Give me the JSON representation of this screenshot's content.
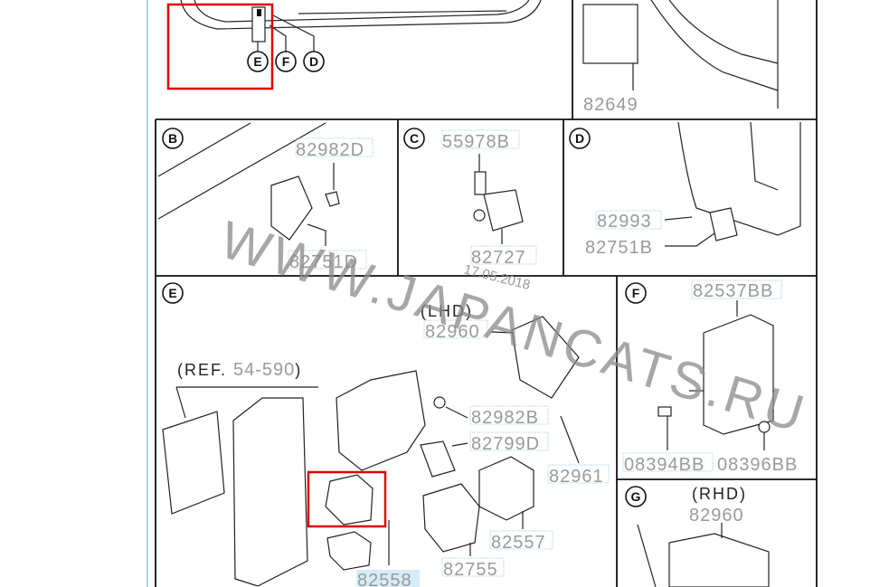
{
  "callouts": {
    "E": "E",
    "F": "F",
    "D": "D"
  },
  "panels": {
    "top_right": {
      "parts": [
        "82649"
      ]
    },
    "B": {
      "letter": "B",
      "parts": [
        "82982D",
        "82751D"
      ]
    },
    "C": {
      "letter": "C",
      "parts": [
        "55978B",
        "82727"
      ]
    },
    "D": {
      "letter": "D",
      "parts": [
        "82993",
        "82751B"
      ]
    },
    "E": {
      "letter": "E",
      "note": "(LHD)",
      "ref_prefix": "(REF.",
      "ref_value": "54-590",
      "ref_suffix": ")",
      "parts": [
        "82960",
        "82982B",
        "82799D",
        "82961",
        "82557",
        "82755",
        "82558"
      ]
    },
    "F": {
      "letter": "F",
      "parts": [
        "82537BB",
        "08394BB",
        "08396BB"
      ]
    },
    "G": {
      "letter": "G",
      "note": "(RHD)",
      "parts": [
        "82960"
      ]
    }
  },
  "watermark": {
    "text": "WWW.JAPANCATS.RU",
    "date": "17.05.2018"
  },
  "colors": {
    "highlight": "#e00000",
    "part_number": "#9a9a9a",
    "selected_bg": "#d6ecf7"
  }
}
